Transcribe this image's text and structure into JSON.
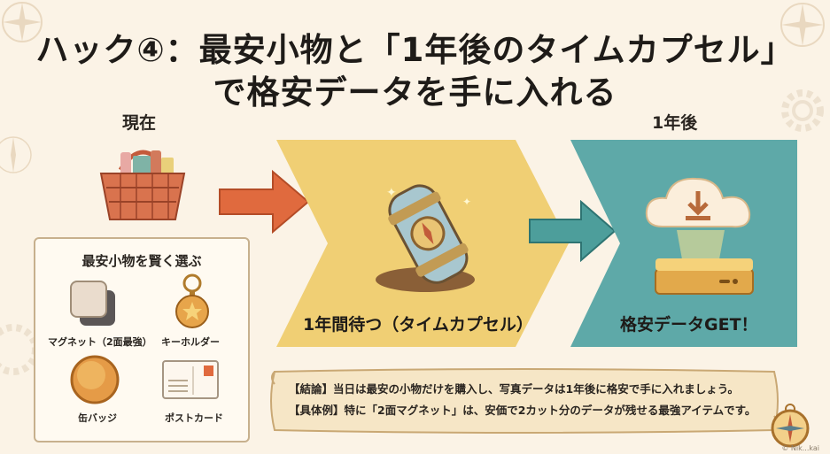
{
  "title_line1": "ハック④：最安小物と「1年後のタイムカプセル」",
  "title_line2": "で格安データを手に入れる",
  "label_now": "現在",
  "label_later": "1年後",
  "box": {
    "heading": "最安小物を賢く選ぶ",
    "items": [
      {
        "label": "マグネット（2面最強）",
        "icon": "magnet-icon"
      },
      {
        "label": "キーホルダー",
        "icon": "keychain-icon"
      },
      {
        "label": "缶バッジ",
        "icon": "badge-icon"
      },
      {
        "label": "ポストカード",
        "icon": "postcard-icon"
      }
    ]
  },
  "step_wait": "1年間待つ（タイムカプセル）",
  "step_get": "格安データGET！",
  "note": {
    "line1": "【結論】当日は最安の小物だけを購入し、写真データは1年後に格安で手に入れましょう。",
    "line2": "【具体例】特に「2面マグネット」は、安価で2カット分のデータが残せる最強アイテムです。"
  },
  "copyright": "© Nik...kai",
  "colors": {
    "chevron_yellow": "#f0cf74",
    "chevron_teal": "#5ea9a8",
    "arrow_orange": "#e06a3e",
    "arrow_teal": "#4d9e9b"
  }
}
